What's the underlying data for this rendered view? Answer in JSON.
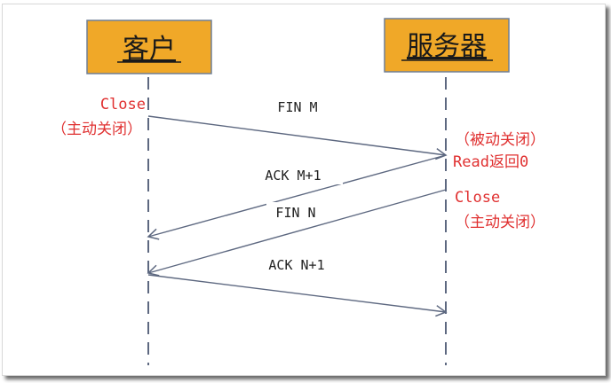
{
  "diagram": {
    "type": "sequence",
    "title": "TCP four-way close",
    "colors": {
      "actor_fill": "#f0a828",
      "note_text": "#e03030",
      "line": "#5d6880"
    },
    "actors": [
      {
        "id": "client",
        "label": "客户"
      },
      {
        "id": "server",
        "label": "服务器"
      }
    ],
    "messages": [
      {
        "from": "client",
        "to": "server",
        "label": "FIN M"
      },
      {
        "from": "server",
        "to": "client",
        "label": "ACK M+1"
      },
      {
        "from": "server",
        "to": "client",
        "label": "FIN N"
      },
      {
        "from": "client",
        "to": "server",
        "label": "ACK N+1"
      }
    ],
    "notes": {
      "client_close": "Close",
      "client_active": "（主动关闭）",
      "server_passive": "（被动关闭）",
      "server_read": "Read返回0",
      "server_close": "Close",
      "server_active": "（主动关闭）"
    }
  }
}
